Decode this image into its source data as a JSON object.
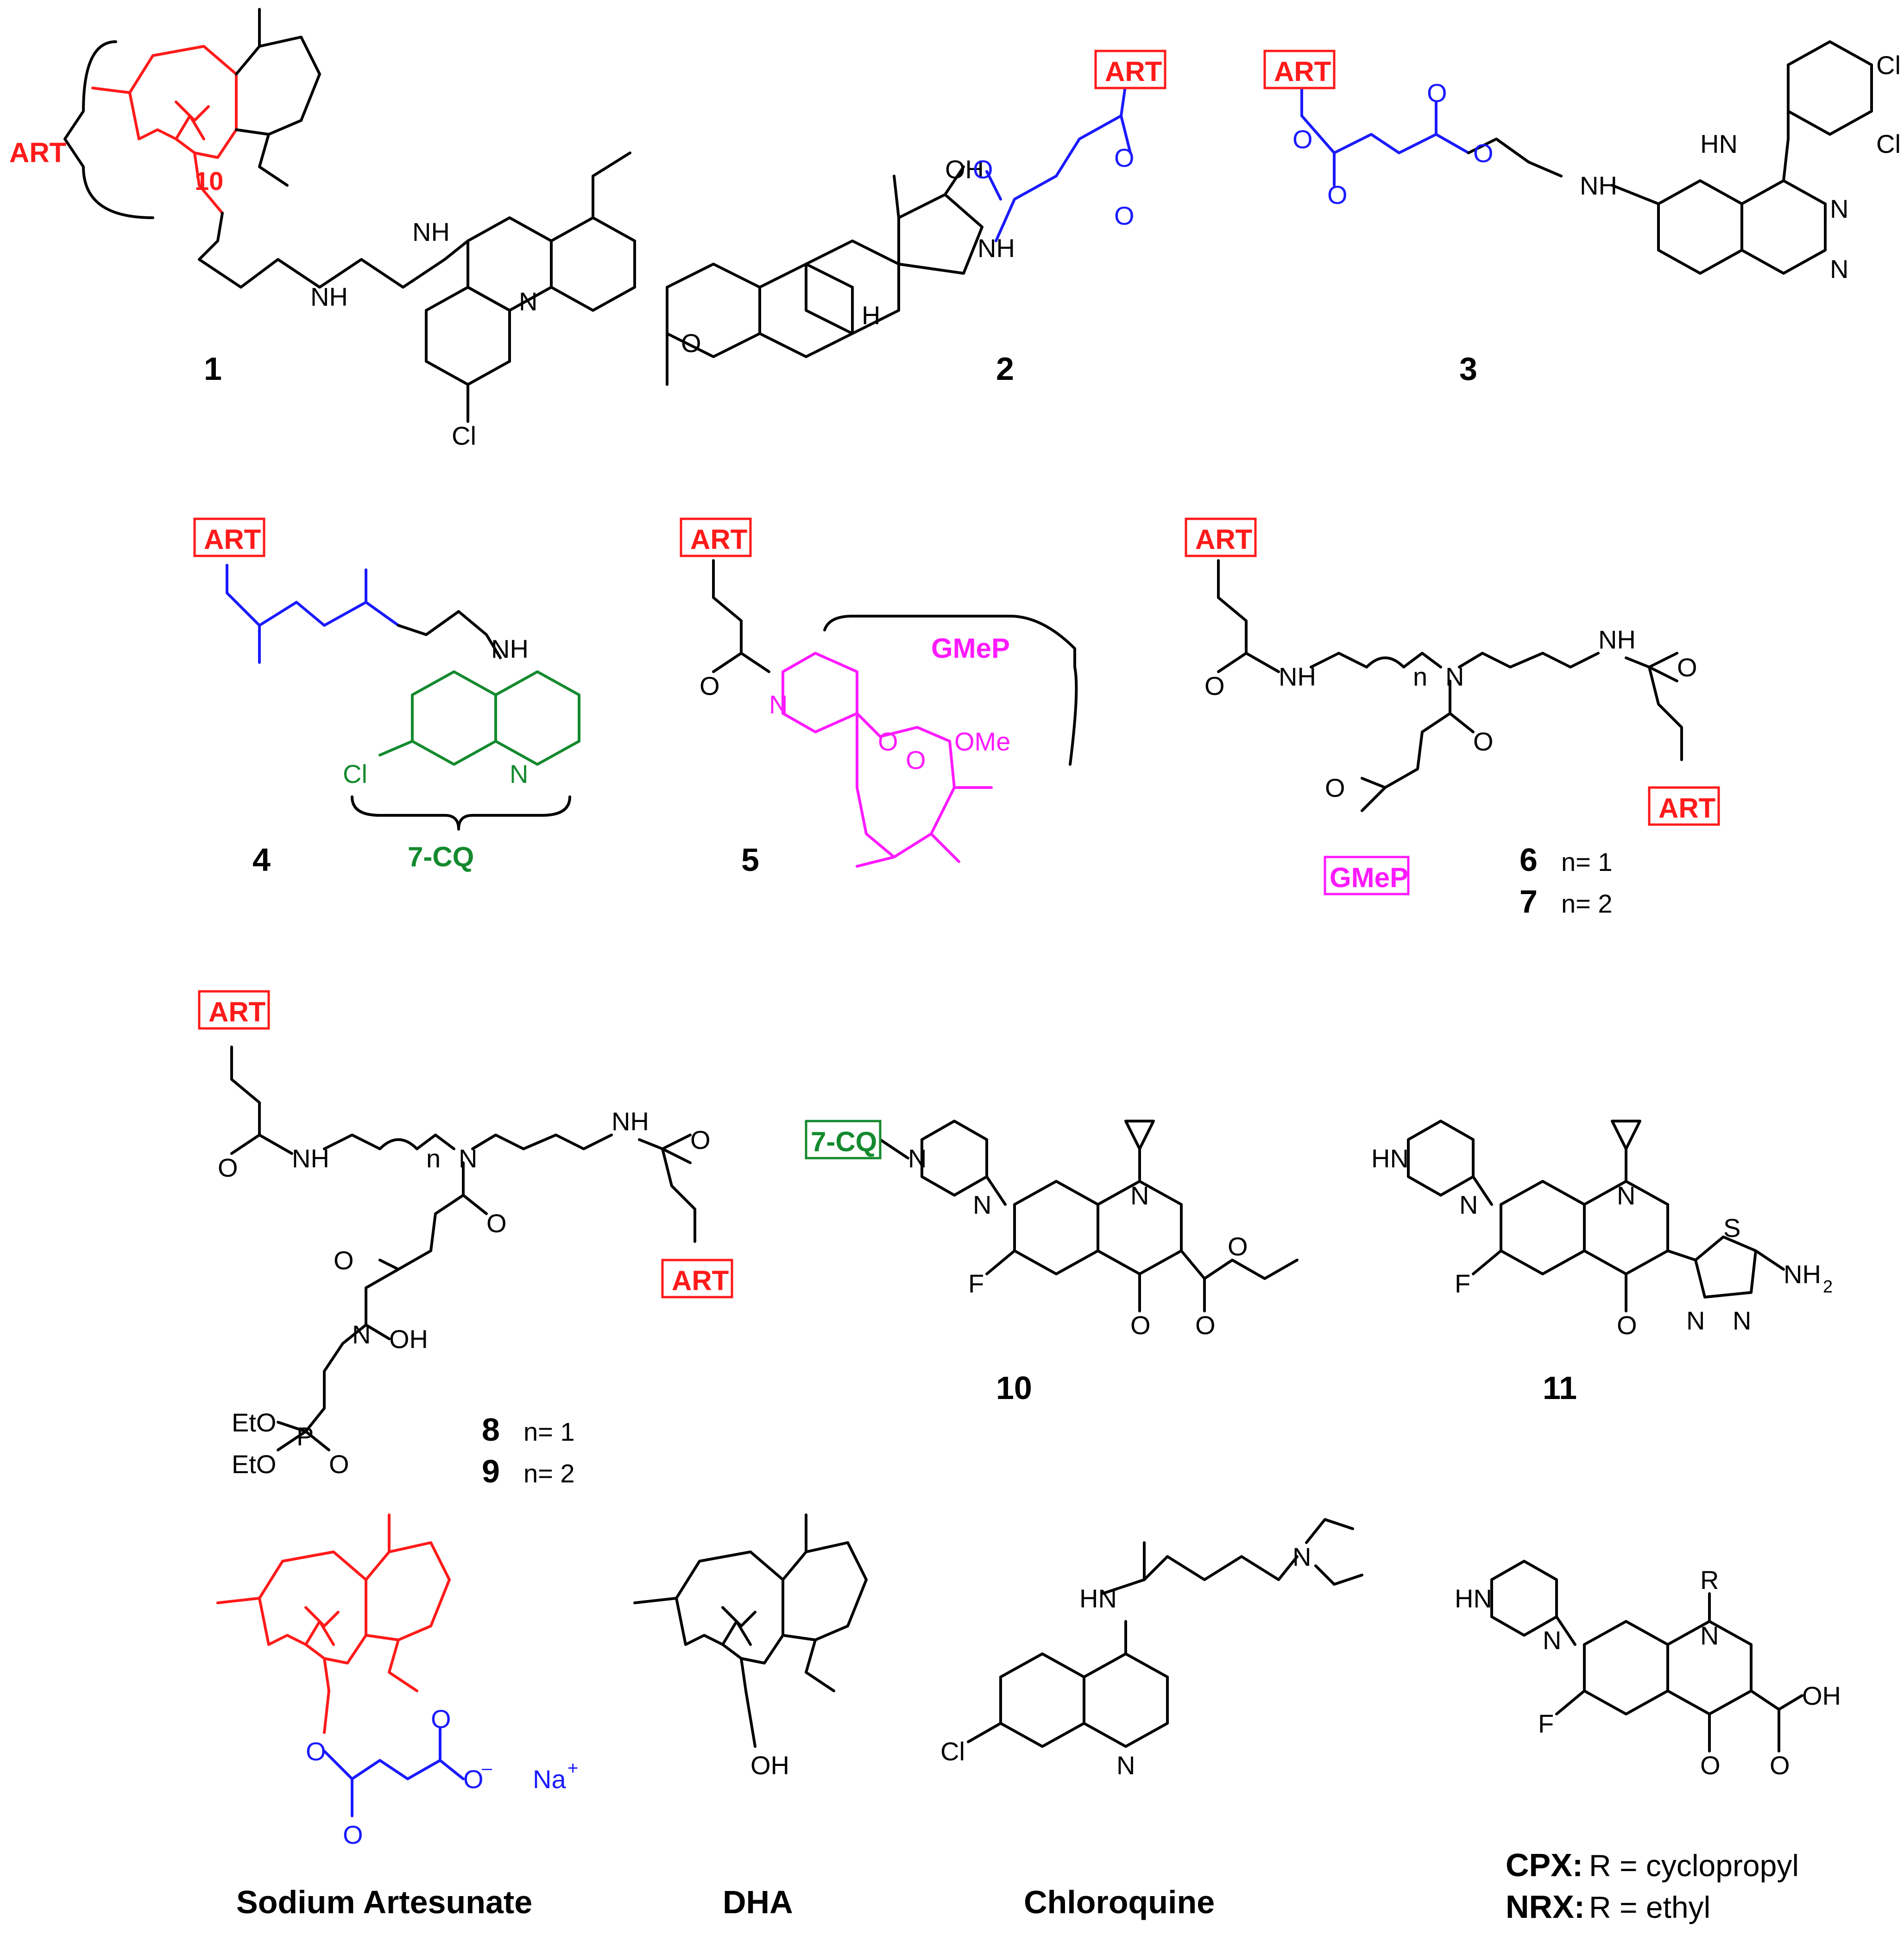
{
  "tags": {
    "art": "ART",
    "gmep": "GMeP",
    "cq": "7-CQ",
    "c10": "10"
  },
  "compounds": [
    {
      "id": "1"
    },
    {
      "id": "2"
    },
    {
      "id": "3"
    },
    {
      "id": "4"
    },
    {
      "id": "5"
    },
    {
      "id": "6",
      "n": "n= 1"
    },
    {
      "id": "7",
      "n": "n= 2"
    },
    {
      "id": "8",
      "n": "n= 1"
    },
    {
      "id": "9",
      "n": "n= 2"
    },
    {
      "id": "10"
    },
    {
      "id": "11"
    }
  ],
  "references": [
    {
      "name": "Sodium Artesunate"
    },
    {
      "name": "DHA"
    },
    {
      "name": "Chloroquine"
    }
  ],
  "footnote": [
    {
      "code": "CPX:",
      "text": "R = cyclopropyl"
    },
    {
      "code": "NRX:",
      "text": "R = ethyl"
    }
  ],
  "atoms": {
    "N": "N",
    "H": "H",
    "O": "O",
    "F": "F",
    "S": "S",
    "P": "P",
    "R": "R",
    "n": "n",
    "NH": "NH",
    "HN": "HN",
    "OH": "OH",
    "Cl": "Cl",
    "OMe": "OMe",
    "NH2": "NH",
    "sub2": "2",
    "EtO": "EtO",
    "Na": "Na",
    "plus": "+",
    "minus": "–"
  },
  "colors": {
    "art": "#ff1a1a",
    "linker": "#1a1aff",
    "quinoline": "#148a2e",
    "gmep": "#ff1aff",
    "scaffold": "#000000"
  }
}
